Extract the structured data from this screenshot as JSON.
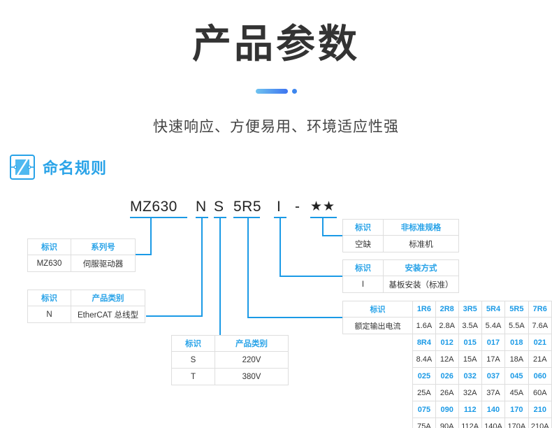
{
  "header": {
    "title": "产品参数",
    "subtitle": "快速响应、方便易用、环境适应性强"
  },
  "section": {
    "icon": "drive-module-icon",
    "title": "命名规则"
  },
  "accent_colors": {
    "blue": "#29a3e8",
    "line_blue": "#1b9ae6",
    "divider_gradient_start": "#6fc3f0",
    "divider_gradient_end": "#3d74f0",
    "text_dark": "#333333",
    "border_gray": "#dedede"
  },
  "model_code": {
    "segments": [
      {
        "name": "series",
        "text": "MZ630"
      },
      {
        "name": "product-type",
        "text": "N"
      },
      {
        "name": "voltage",
        "text": "S"
      },
      {
        "name": "current",
        "text": "5R5"
      },
      {
        "name": "mounting",
        "text": "I"
      },
      {
        "name": "dash",
        "text": "-"
      },
      {
        "name": "non-standard",
        "text": "★★"
      }
    ]
  },
  "tables": {
    "series": {
      "headers": [
        "标识",
        "系列号"
      ],
      "rows": [
        [
          "MZ630",
          "伺服驱动器"
        ]
      ]
    },
    "product_type": {
      "headers": [
        "标识",
        "产品类别"
      ],
      "rows": [
        [
          "N",
          "EtherCAT 总线型"
        ]
      ]
    },
    "voltage": {
      "headers": [
        "标识",
        "产品类别"
      ],
      "rows": [
        [
          "S",
          "220V"
        ],
        [
          "T",
          "380V"
        ]
      ]
    },
    "non_standard": {
      "headers": [
        "标识",
        "非标准规格"
      ],
      "rows": [
        [
          "空缺",
          "标准机"
        ]
      ]
    },
    "mounting": {
      "headers": [
        "标识",
        "安装方式"
      ],
      "rows": [
        [
          "I",
          "基板安装（标准）"
        ]
      ]
    },
    "current": {
      "label_header": "标识",
      "label_row": "额定输出电流",
      "groups": [
        {
          "codes": [
            "1R6",
            "2R8",
            "3R5",
            "5R4",
            "5R5",
            "7R6"
          ],
          "values": [
            "1.6A",
            "2.8A",
            "3.5A",
            "5.4A",
            "5.5A",
            "7.6A"
          ]
        },
        {
          "codes": [
            "8R4",
            "012",
            "015",
            "017",
            "018",
            "021"
          ],
          "values": [
            "8.4A",
            "12A",
            "15A",
            "17A",
            "18A",
            "21A"
          ]
        },
        {
          "codes": [
            "025",
            "026",
            "032",
            "037",
            "045",
            "060"
          ],
          "values": [
            "25A",
            "26A",
            "32A",
            "37A",
            "45A",
            "60A"
          ]
        },
        {
          "codes": [
            "075",
            "090",
            "112",
            "140",
            "170",
            "210"
          ],
          "values": [
            "75A",
            "90A",
            "112A",
            "140A",
            "170A",
            "210A"
          ]
        }
      ]
    }
  }
}
